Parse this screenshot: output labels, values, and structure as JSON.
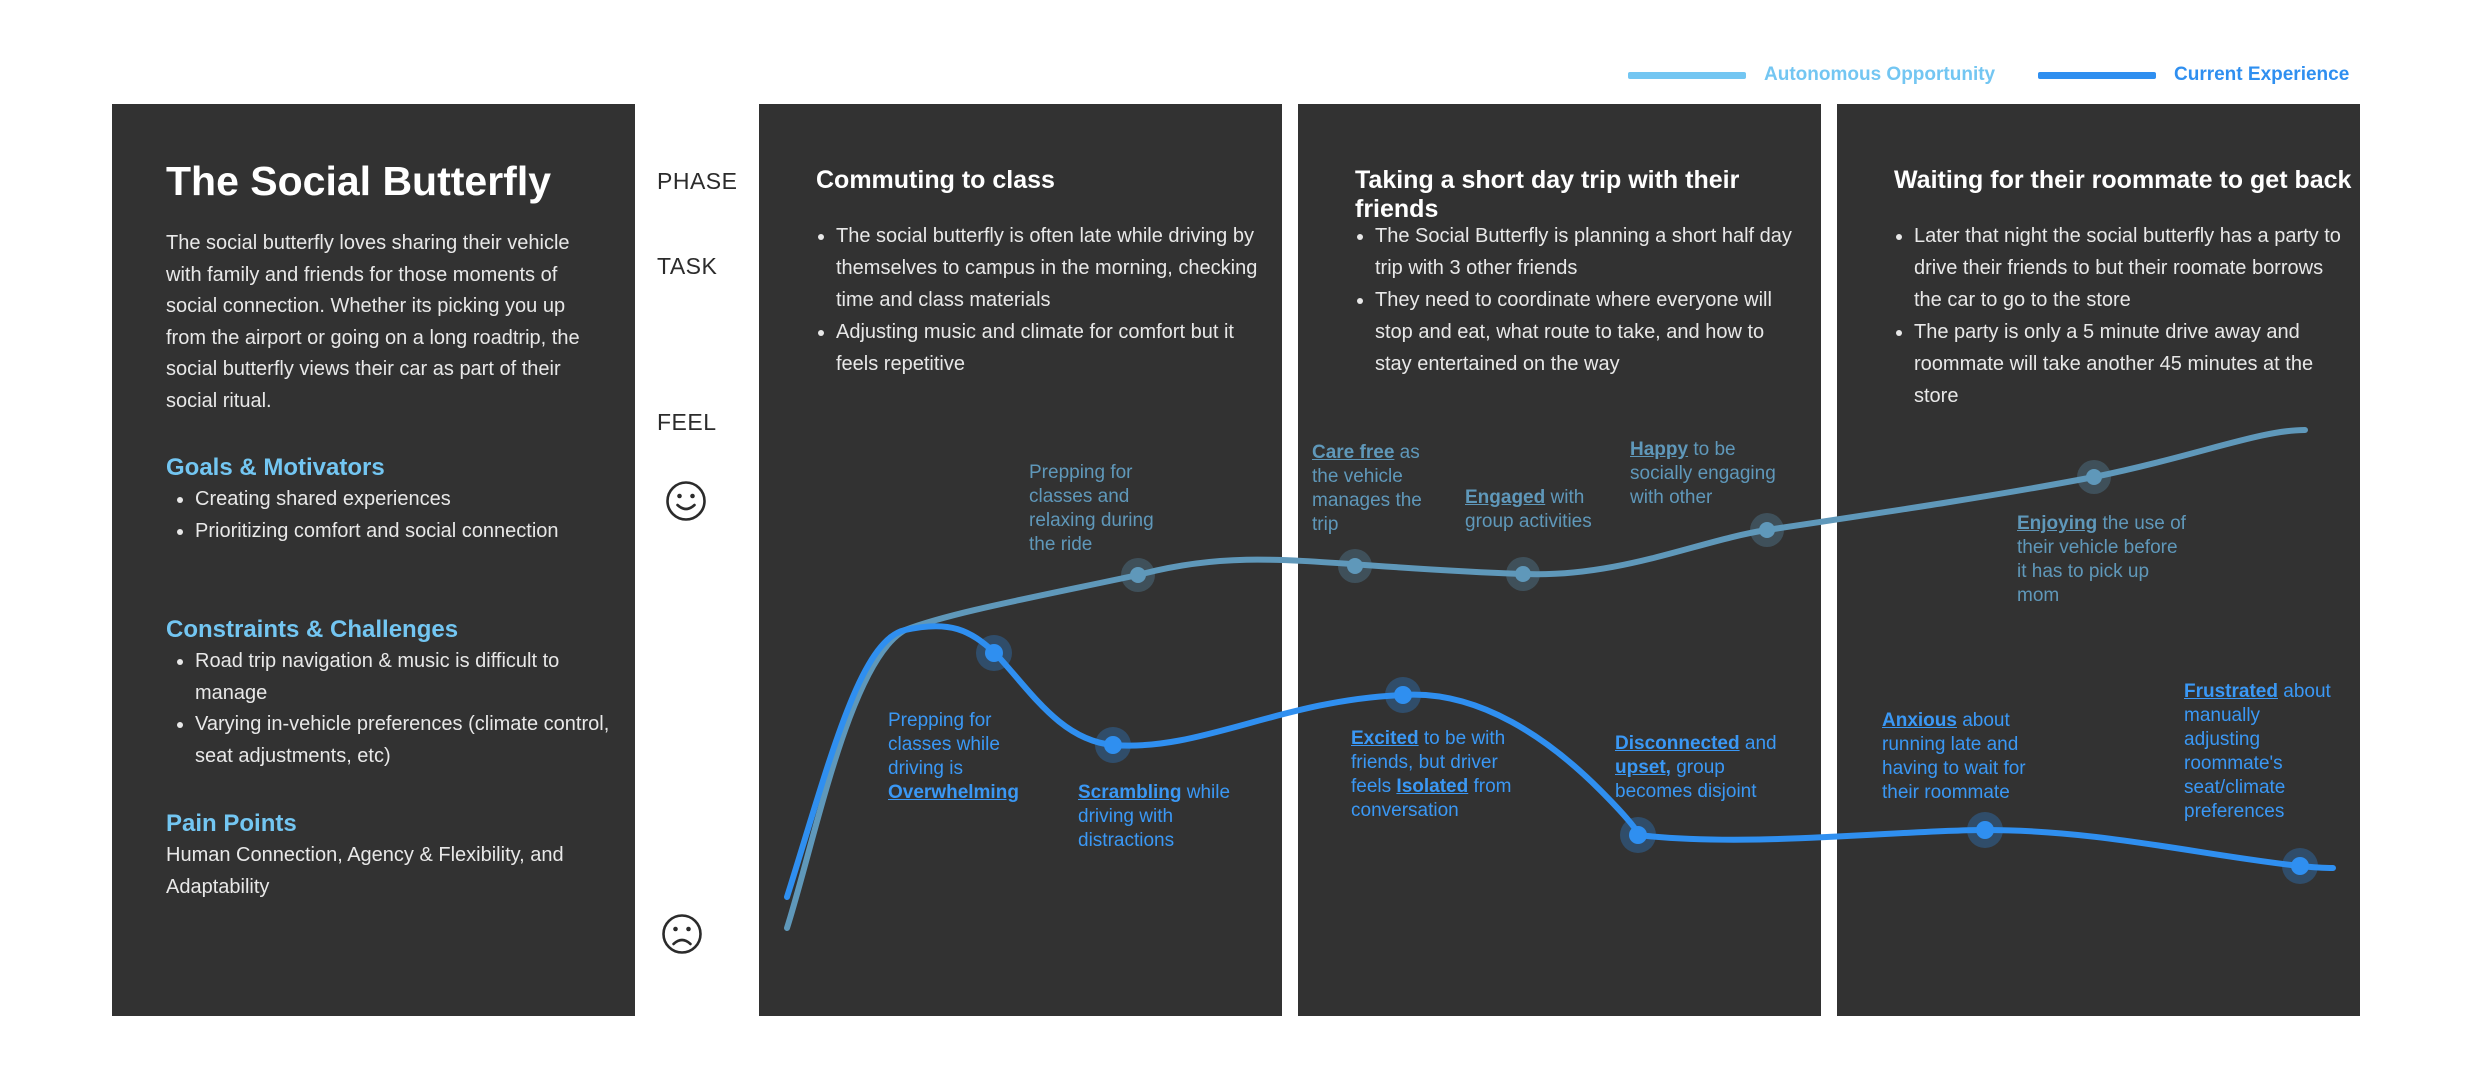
{
  "legend": {
    "autonomous": {
      "label": "Autonomous Opportunity",
      "color": "#73c6f2"
    },
    "current": {
      "label": "Current Experience",
      "color": "#2f8ff0"
    }
  },
  "persona": {
    "title": "The Social Butterfly",
    "description": "The social butterfly loves sharing their vehicle with family and friends for those moments of social connection. Whether its picking you up from the airport or going on a long roadtrip, the social butterfly views their car as part of their social ritual.",
    "goals": {
      "heading": "Goals & Motivators",
      "items": [
        "Creating shared experiences",
        "Prioritizing comfort and social connection"
      ]
    },
    "constraints": {
      "heading": "Constraints & Challenges",
      "items": [
        "Road trip navigation & music is difficult to manage",
        "Varying in-vehicle preferences (climate control, seat adjustments, etc)"
      ]
    },
    "pain_points": {
      "heading": "Pain Points",
      "text": "Human Connection, Agency & Flexibility, and Adaptability"
    }
  },
  "row_labels": {
    "phase": "PHASE",
    "task": "TASK",
    "feel": "FEEL"
  },
  "icons": {
    "happy": "smiley-face-icon",
    "sad": "frowning-face-icon"
  },
  "phases": [
    {
      "title": "Commuting to class",
      "tasks": [
        "The social butterfly is often late while driving by themselves to campus in the morning, checking time and class materials",
        "Adjusting music and climate for comfort but it feels repetitive"
      ]
    },
    {
      "title": "Taking a short day trip with their friends",
      "tasks": [
        "The Social Butterfly is planning a short half day trip with 3 other friends",
        "They need to coordinate where everyone will stop and eat, what route to take, and how to stay entertained on the way"
      ]
    },
    {
      "title": "Waiting for their roommate to get back",
      "tasks": [
        "Later that night the social butterfly has a party to drive their friends to but their roomate borrows the car to go to the store",
        "The party is only a 5 minute drive away and roommate will take another 45 minutes at the store"
      ]
    }
  ],
  "annotations": {
    "current": [
      {
        "pre": "Prepping for classes while driving is ",
        "em": "Overwhelming",
        "post": ""
      },
      {
        "pre": "",
        "em": "Scrambling",
        "post": " while driving with distractions"
      },
      {
        "pre": "",
        "em": "Excited",
        "post": " to be with friends, but driver feels "
      },
      {
        "pre": "",
        "em": "Isolated",
        "post": " from conversation"
      },
      {
        "pre": "",
        "em": "Disconnected",
        "post": " and "
      },
      {
        "pre": "",
        "em": "upset,",
        "post": " group becomes disjoint"
      },
      {
        "pre": "",
        "em": "Anxious",
        "post": " about running late and having to wait for their roommate"
      },
      {
        "pre": "",
        "em": "Frustrated",
        "post": " about manually adjusting roommate's seat/climate preferences"
      }
    ],
    "autonomous": [
      {
        "pre": "Prepping for classes and relaxing during the ride",
        "em": "",
        "post": ""
      },
      {
        "pre": "",
        "em": "Care free",
        "post": " as the vehicle manages the trip"
      },
      {
        "pre": "",
        "em": "Engaged",
        "post": " with group activities"
      },
      {
        "pre": "",
        "em": "Happy",
        "post": " to be socially engaging with other"
      },
      {
        "pre": "",
        "em": "Enjoying",
        "post": " the use of their vehicle before it has to pick up mom"
      }
    ]
  }
}
